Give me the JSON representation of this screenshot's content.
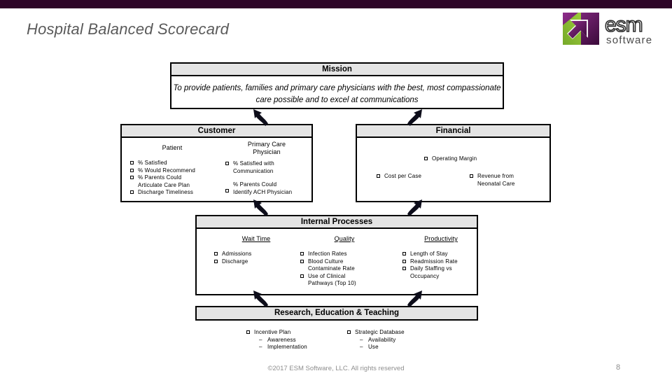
{
  "slide": {
    "title": "Hospital Balanced Scorecard",
    "page_number": "8",
    "banner_color": "#2e0527",
    "header_fill": "#e4e4e4"
  },
  "logo": {
    "name": "esm-software-logo",
    "word_top": "esm",
    "word_bottom": "software",
    "purple": "#7b1f7a",
    "green": "#8cc63f",
    "dark": "#3b0b3a"
  },
  "mission": {
    "header": "Mission",
    "text": "To provide patients, families and primary care physicians with the best, most compassionate care possible and to excel at communications"
  },
  "customer": {
    "header": "Customer",
    "columns": [
      {
        "title": "Patient",
        "items": [
          "% Satisfied",
          "% Would Recommend",
          "% Parents Could\nArticulate Care Plan",
          "Discharge Timeliness"
        ]
      },
      {
        "title": "Primary Care\nPhysician",
        "items": [
          "% Satisfied with\nCommunication",
          "% Parents Could\nIdentify ACH Physician"
        ]
      }
    ]
  },
  "financial": {
    "header": "Financial",
    "top_item": "Operating Margin",
    "left_item": "Cost per Case",
    "right_item": "Revenue from\nNeonatal Care"
  },
  "internal": {
    "header": "Internal Processes",
    "columns": [
      {
        "title": "Wait Time",
        "items": [
          "Admissions",
          "Discharge"
        ]
      },
      {
        "title": "Quality",
        "items": [
          "Infection Rates",
          "Blood Culture\nContaminate Rate",
          "Use of Clinical\nPathways (Top 10)"
        ]
      },
      {
        "title": "Productivity",
        "items": [
          "Length of Stay",
          "Readmission Rate",
          "Daily Staffing vs\nOccupancy"
        ]
      }
    ]
  },
  "research": {
    "header": "Research, Education & Teaching",
    "columns": [
      {
        "title": "Incentive Plan",
        "subitems": [
          "Awareness",
          "Implementation"
        ]
      },
      {
        "title": "Strategic Database",
        "subitems": [
          "Availability",
          "Use"
        ]
      }
    ]
  },
  "footer": {
    "copyright": "©2017 ESM Software, LLC.  All rights reserved"
  }
}
